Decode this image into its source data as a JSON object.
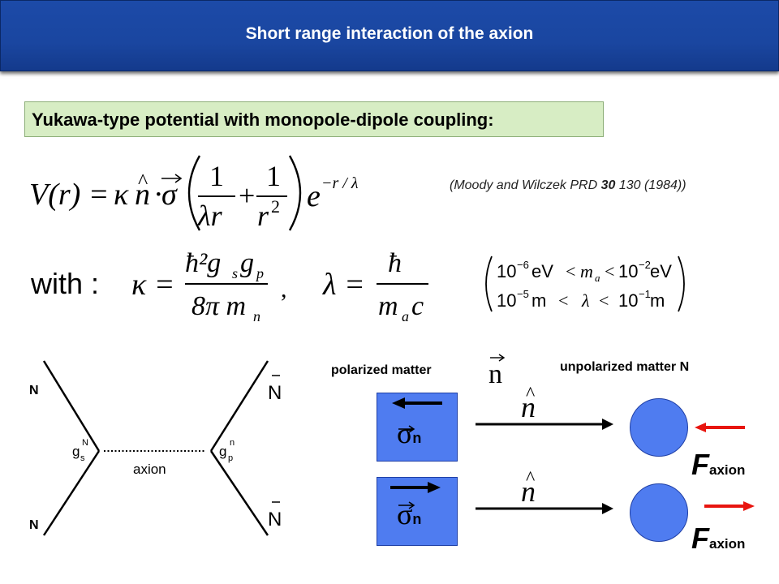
{
  "slide": {
    "title": "Short  range interaction of the axion",
    "subtitle": "Yukawa-type potential with monopole-dipole coupling:",
    "reference": "(Moody and Wilczek PRD 30 130 (1984))",
    "reference_prefix": "(Moody and Wilczek PRD ",
    "reference_volume": "30",
    "reference_suffix": " 130 (1984))"
  },
  "equations": {
    "potential": {
      "lhs": "V(r) =",
      "kappa": "κ",
      "nhat": "n",
      "dot": "·",
      "sigma": "σ",
      "one": "1",
      "lambda_r": "λr",
      "plus": "+",
      "r_squared": "r",
      "exp_power": "2",
      "e": "e",
      "exponent": "−r / λ"
    },
    "with_label": "with :",
    "kappa_def": {
      "lhs": "κ =",
      "numerator": "ħ²g",
      "num_gs": "s",
      "num_g": "g",
      "num_gp": "p",
      "denominator": "8π m",
      "den_sub": "n",
      "comma": ","
    },
    "lambda_def": {
      "lhs": "λ =",
      "numerator": "ħ",
      "denominator": "m",
      "den_sub": "a",
      "den_c": "c"
    },
    "ranges": {
      "row1_left": "10",
      "row1_left_exp": "−6",
      "row1_unit": "eV",
      "row1_lt": "<",
      "row1_mid": "m",
      "row1_mid_sub": "a",
      "row1_lt2": "<",
      "row1_right": "10",
      "row1_right_exp": "−2",
      "row1_right_unit": "eV",
      "row2_left": "10",
      "row2_left_exp": "−5",
      "row2_unit": "m",
      "row2_lt": "<",
      "row2_mid": "λ",
      "row2_lt2": "<",
      "row2_right": "10",
      "row2_right_exp": "−1",
      "row2_right_unit": "m"
    }
  },
  "feynman": {
    "top_left": "N",
    "bottom_left": "N",
    "top_right": "N",
    "bottom_right": "N",
    "coupling_left": "g",
    "coupling_left_sub": "s",
    "coupling_left_sup": "N",
    "coupling_right": "g",
    "coupling_right_sub": "p",
    "coupling_right_sup": "n",
    "mediator": "axion"
  },
  "interaction": {
    "polarized_label": "polarized matter",
    "polarized_symbol": "n",
    "unpolarized_label": "unpolarized matter N",
    "sigma": "σ",
    "sigma_sub": "n",
    "nhat": "n",
    "force": "F",
    "force_sub": "axion",
    "colors": {
      "matter_fill": "#4f7cf0",
      "force_arrow": "#e8150f",
      "title_bg": "#1c4aa8",
      "subtitle_bg": "#d7edc4"
    }
  }
}
